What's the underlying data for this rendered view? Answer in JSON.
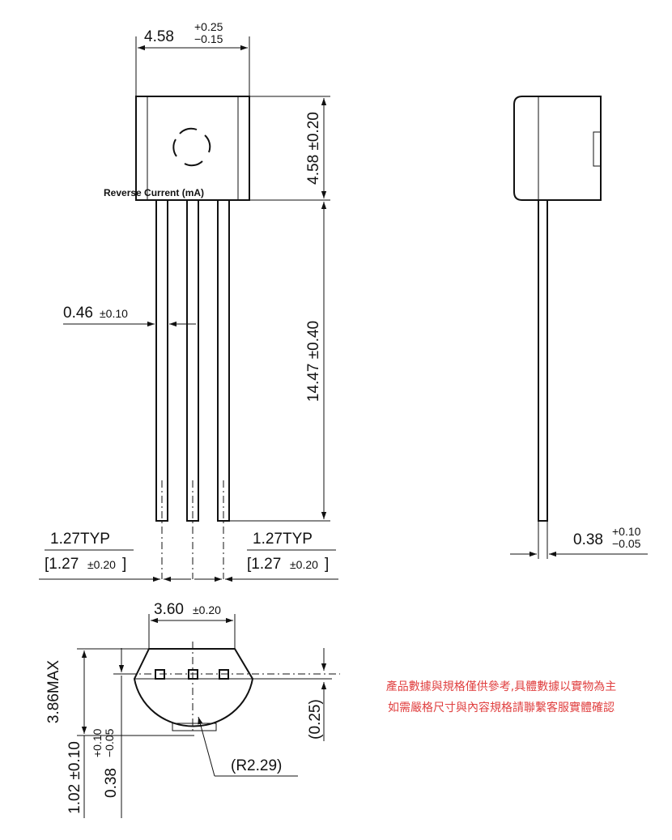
{
  "front_view": {
    "body_width": {
      "nominal": "4.58",
      "plus": "+0.25",
      "minus": "−0.15"
    },
    "body_height": "4.58 ±0.20",
    "lead_length": "14.47 ±0.40",
    "lead_width": {
      "nominal": "0.46",
      "tol": "±0.10"
    },
    "overlay_label": "Reverse Current (mA)",
    "pitch_left": {
      "typ": "1.27TYP",
      "bracket": "[1.27",
      "tol": "±0.20",
      "close": "]"
    },
    "pitch_right": {
      "typ": "1.27TYP",
      "bracket": "[1.27",
      "tol": "±0.20",
      "close": "]"
    }
  },
  "side_view": {
    "lead_thickness": {
      "nominal": "0.38",
      "plus": "+0.10",
      "minus": "−0.05"
    }
  },
  "bottom_view": {
    "flat_width": {
      "nominal": "3.60",
      "tol": "±0.20"
    },
    "max_height": "3.86MAX",
    "offset_a": "1.02 ±0.10",
    "offset_b": {
      "nominal": "0.38",
      "plus": "+0.10",
      "minus": "−0.05"
    },
    "step": "(0.25)",
    "radius": "(R2.29)"
  },
  "note": {
    "line1": "產品數據與規格僅供參考,具體數據以實物為主",
    "line2": "如需嚴格尺寸與內容規格請聯繫客服實體確認",
    "color": "#e04040"
  }
}
